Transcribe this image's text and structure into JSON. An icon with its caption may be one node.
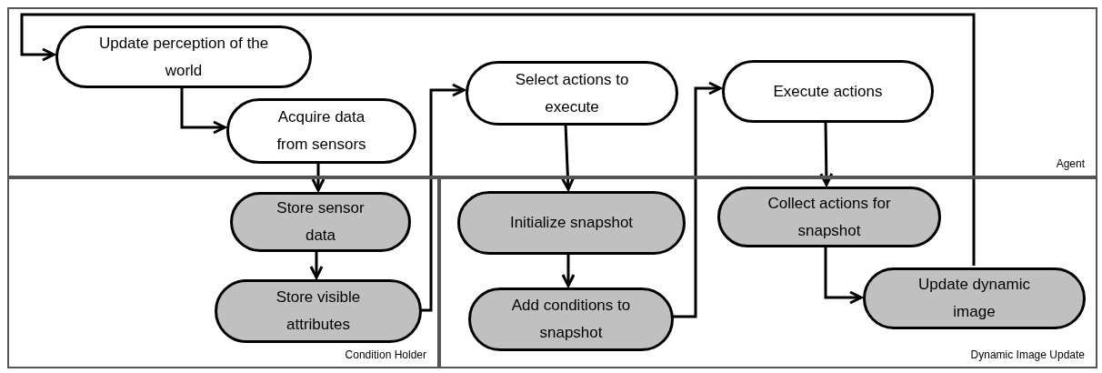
{
  "diagram": {
    "nodes": [
      {
        "text": [
          "Agent"
        ]
      },
      {
        "text": [
          "Condition Holder"
        ]
      },
      {
        "text": [
          "Dynamic Image Update"
        ]
      },
      {
        "text": [
          "Update perception of the world"
        ],
        "in": 0
      },
      {
        "text": [
          "Acquire data from sensors"
        ],
        "in": 0
      },
      {
        "text": [
          "Select actions to execute"
        ],
        "in": 0
      },
      {
        "text": [
          "Execute actions"
        ],
        "in": 0
      },
      {
        "text": [
          "Store sensor data"
        ],
        "in": 1
      },
      {
        "text": [
          "Store visible attributes"
        ],
        "in": 1
      },
      {
        "text": [
          "Initialize snapshot"
        ],
        "in": 2
      },
      {
        "text": [
          "Add conditions to snapshot"
        ],
        "in": 2
      },
      {
        "text": [
          "Collect actions for snapshot"
        ],
        "in": 2
      },
      {
        "text": [
          "Update dynamic image"
        ],
        "in": 2
      }
    ],
    "edges": [
      {
        "from": 12,
        "to": 3,
        "arrow": "to"
      },
      {
        "from": 3,
        "to": 4,
        "arrow": "to"
      },
      {
        "from": 4,
        "to": 7,
        "arrow": "to"
      },
      {
        "from": 7,
        "to": 8,
        "arrow": "to"
      },
      {
        "from": 8,
        "to": 5,
        "arrow": "to"
      },
      {
        "from": 5,
        "to": 9,
        "arrow": "to"
      },
      {
        "from": 9,
        "to": 10,
        "arrow": "to"
      },
      {
        "from": 10,
        "to": 6,
        "arrow": "to"
      },
      {
        "from": 6,
        "to": 11,
        "arrow": "to"
      },
      {
        "from": 11,
        "to": 12,
        "arrow": "to"
      }
    ]
  }
}
